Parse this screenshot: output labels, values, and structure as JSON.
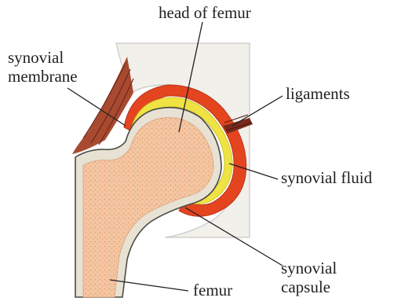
{
  "labels": {
    "head_of_femur": "head of femur",
    "synovial_membrane_line1": "synovial",
    "synovial_membrane_line2": "membrane",
    "ligaments": "ligaments",
    "synovial_fluid": "synovial fluid",
    "femur": "femur",
    "synovial_capsule_line1": "synovial",
    "synovial_capsule_line2": "capsule"
  },
  "colors": {
    "pelvis_bone": "#f1f0ea",
    "pelvis_outline": "#c9c8c2",
    "bone_marrow": "#f3c6a3",
    "cortical_bone": "#e7e2d3",
    "synovial_membrane": "#e4451f",
    "synovial_fluid": "#efe343",
    "ligament": "#7a2a1c",
    "muscle": "#a84a30",
    "text": "#231f20"
  }
}
